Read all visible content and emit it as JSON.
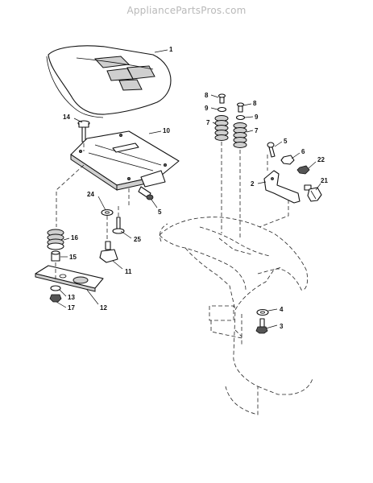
{
  "watermark": "AppliancePartsPros.com",
  "callouts": [
    {
      "id": "seat",
      "label": "1"
    },
    {
      "id": "bracket-2",
      "label": "2"
    },
    {
      "id": "bolt-3",
      "label": "3"
    },
    {
      "id": "washer-4",
      "label": "4"
    },
    {
      "id": "screw-5a",
      "label": "5"
    },
    {
      "id": "screw-5b",
      "label": "5"
    },
    {
      "id": "nut-6",
      "label": "6"
    },
    {
      "id": "spring-7a",
      "label": "7"
    },
    {
      "id": "spring-7b",
      "label": "7"
    },
    {
      "id": "bolt-8a",
      "label": "8"
    },
    {
      "id": "bolt-8b",
      "label": "8"
    },
    {
      "id": "washer-9a",
      "label": "9"
    },
    {
      "id": "washer-9b",
      "label": "9"
    },
    {
      "id": "seat-pan-10",
      "label": "10"
    },
    {
      "id": "knob-11",
      "label": "11"
    },
    {
      "id": "plate-12",
      "label": "12"
    },
    {
      "id": "washer-13",
      "label": "13"
    },
    {
      "id": "bolt-14",
      "label": "14"
    },
    {
      "id": "bushing-15",
      "label": "15"
    },
    {
      "id": "spring-16",
      "label": "16"
    },
    {
      "id": "nut-17",
      "label": "17"
    },
    {
      "id": "knob-21",
      "label": "21"
    },
    {
      "id": "nut-22",
      "label": "22"
    },
    {
      "id": "washer-24",
      "label": "24"
    },
    {
      "id": "bolt-25",
      "label": "25"
    }
  ]
}
